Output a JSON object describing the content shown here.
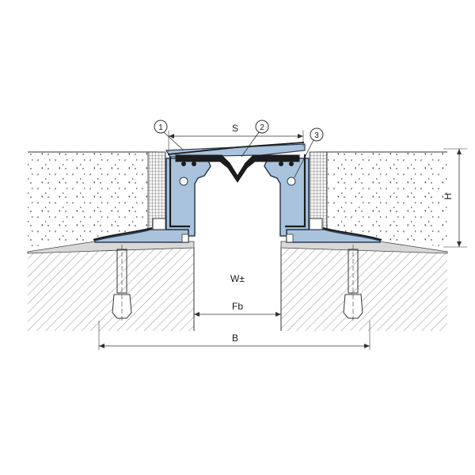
{
  "labels": {
    "callout_1": "1",
    "callout_2": "2",
    "callout_3": "3",
    "dim_s": "S",
    "dim_h": "H",
    "dim_w": "W±",
    "dim_fb": "Fb",
    "dim_b": "B"
  },
  "colors": {
    "profile_fill": "#a9c3dc",
    "profile_stroke": "#2a3c55",
    "seal_fill": "#1c1c1c",
    "line": "#333333",
    "concrete_dot": "#555555",
    "hatch": "#777777"
  }
}
